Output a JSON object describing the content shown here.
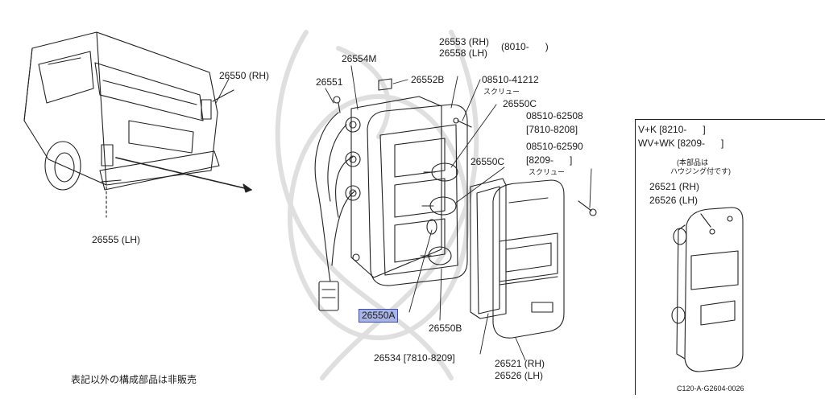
{
  "colors": {
    "line": "#222222",
    "highlight": "#a8b4e6",
    "highlight_border": "#3b4db0",
    "watermark": "#dcdcdc"
  },
  "labels": {
    "p26550rh": "26550 (RH)",
    "p26555lh": "26555 (LH)",
    "p26554m": "26554M",
    "p26551": "26551",
    "p26552b": "26552B",
    "p26553": "26553 (RH)",
    "p26558": "26558 (LH)",
    "p8010": "(8010-      )",
    "p08510_41212": "08510-41212",
    "sukuryu1": "スクリュー",
    "p26550c_1": "26550C",
    "p08510_62508": "08510-62508",
    "r7810_8208": "[7810-8208]",
    "p08510_62590": "08510-62590",
    "r8209": "[8209-      ]",
    "sukuryu2": "スクリュー",
    "p26550c_2": "26550C",
    "p26550a": "26550A",
    "p26550b": "26550B",
    "p26534": "26534 [7810-8209]",
    "p26521rh": "26521 (RH)",
    "p26526lh": "26526 (LH)",
    "footnote": "表記以外の構成部品は非販売"
  },
  "inset": {
    "line1": "V+K [8210-      ]",
    "line2": "WV+WK [8209-      ]",
    "note1": "(本部品は",
    "note2": "ハウジング付です)",
    "p26521rh": "26521 (RH)",
    "p26526lh": "26526 (LH)",
    "code": "C120-A-G2604-0026"
  }
}
